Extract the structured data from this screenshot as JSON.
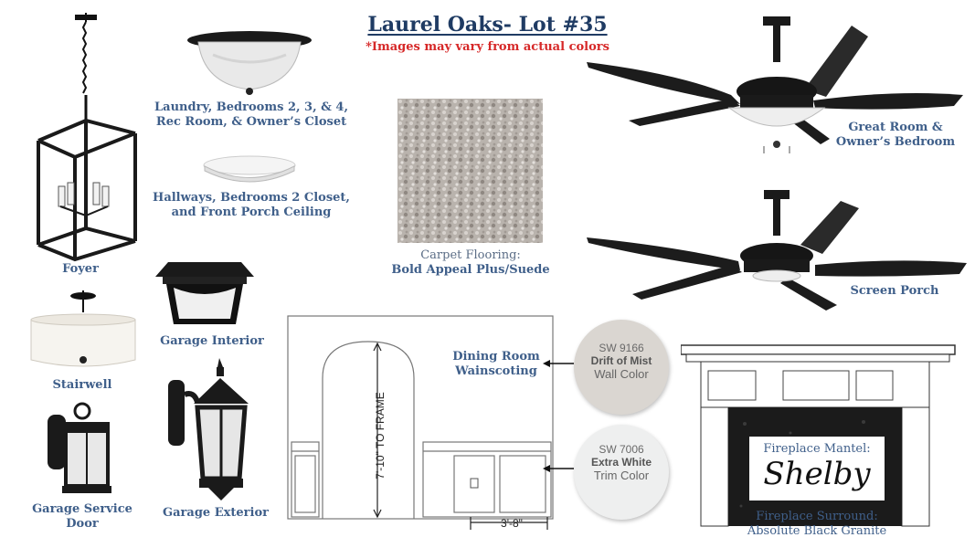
{
  "header": {
    "title": "Laurel Oaks- Lot #35",
    "disclaimer": "*Images may vary from actual colors"
  },
  "fixtures": {
    "foyer": "Foyer",
    "flush_mount_1": "Laundry, Bedrooms 2, 3, & 4, Rec Room, & Owner’s Closet",
    "flush_mount_2": "Hallways, Bedrooms 2 Closet, and Front Porch Ceiling",
    "stairwell": "Stairwell",
    "garage_interior": "Garage Interior",
    "garage_service_door": "Garage Service Door",
    "garage_exterior": "Garage Exterior",
    "great_room_fan": "Great Room & Owner’s Bedroom",
    "screen_porch_fan": "Screen Porch"
  },
  "carpet": {
    "label": "Carpet Flooring:",
    "name": "Bold Appeal Plus/Suede"
  },
  "wainscoting": {
    "label": "Dining Room Wainscoting",
    "height_label": "7'-10\" TO FRAME",
    "width_label": "3'-8\""
  },
  "paint": [
    {
      "code": "SW 9166",
      "name": "Drift of Mist",
      "role": "Wall Color",
      "color": "#dad6d1"
    },
    {
      "code": "SW 7006",
      "name": "Extra White",
      "role": "Trim Color",
      "color": "#eeefef"
    }
  ],
  "fireplace": {
    "mantel_label": "Fireplace Mantel:",
    "mantel_name": "Shelby",
    "surround_label": "Fireplace Surround:",
    "surround_name": "Absolute Black Granite"
  },
  "colors": {
    "title": "#1f3b63",
    "disclaimer": "#d62828",
    "caption": "#3f5f8a"
  }
}
